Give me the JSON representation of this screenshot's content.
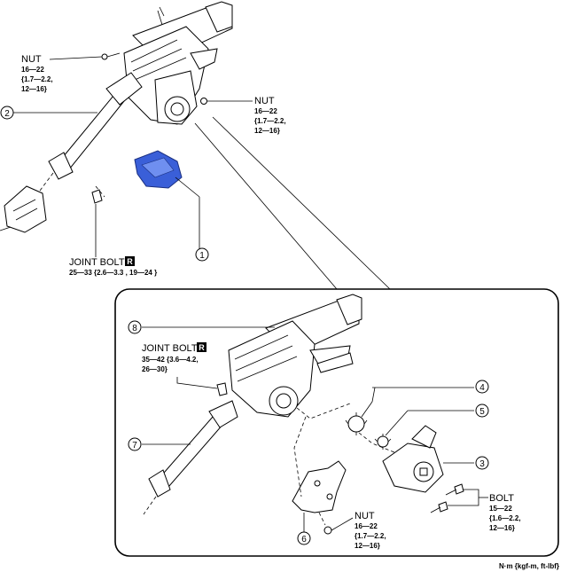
{
  "labels": {
    "nut_top_left": {
      "title": "NUT",
      "l1": "16—22",
      "l2": "{1.7—2.2,",
      "l3": "12—16}"
    },
    "nut_top_right": {
      "title": "NUT",
      "l1": "16—22",
      "l2": "{1.7—2.2,",
      "l3": "12—16}"
    },
    "joint_bolt_lower": {
      "title": "JOINT BOLT",
      "badge": "R",
      "l1": "25—33 {2.6—3.3 , 19—24 }"
    },
    "joint_bolt_inset": {
      "title": "JOINT BOLT",
      "badge": "R",
      "l1": "35—42 {3.6—4.2,",
      "l2": "26—30}"
    },
    "bolt_inset": {
      "title": "BOLT",
      "l1": "15—22",
      "l2": "{1.6—2.2,",
      "l3": "12—16}"
    },
    "nut_inset": {
      "title": "NUT",
      "l1": "16—22",
      "l2": "{1.7—2.2,",
      "l3": "12—16}"
    }
  },
  "callouts": [
    "1",
    "2",
    "3",
    "4",
    "5",
    "6",
    "7",
    "8"
  ],
  "units": "N·m {kgf-m, ft-lbf}",
  "colors": {
    "highlight": "#3a5fd8",
    "line": "#000000"
  }
}
